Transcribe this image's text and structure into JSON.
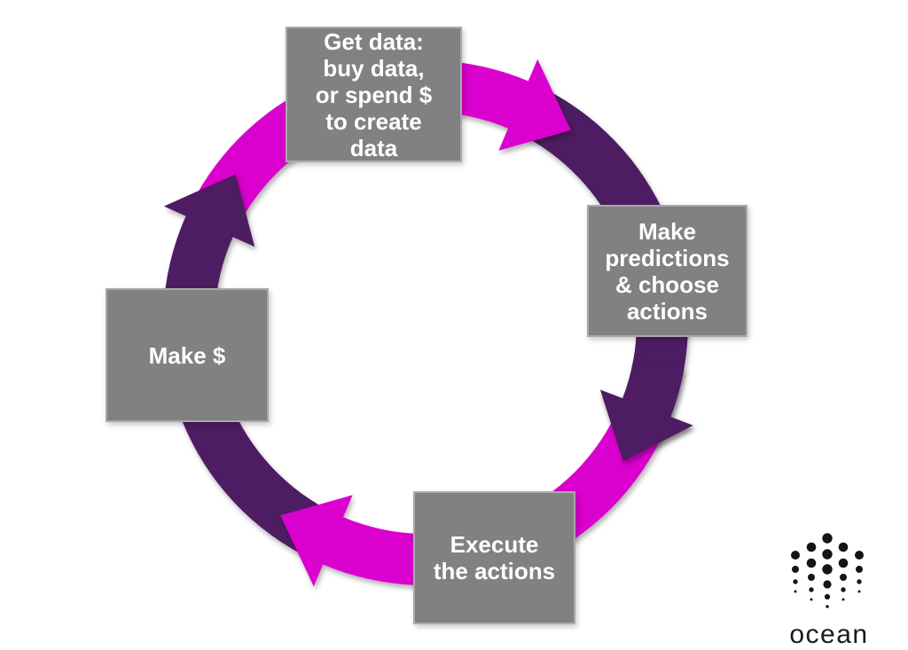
{
  "diagram": {
    "boxes": [
      {
        "id": "get-data",
        "label": "Get data:\nbuy data,\nor spend $\nto create\ndata"
      },
      {
        "id": "make-predictions",
        "label": "Make\npredictions\n& choose\nactions"
      },
      {
        "id": "execute-actions",
        "label": "Execute\nthe actions"
      },
      {
        "id": "make-money",
        "label": "Make $"
      }
    ],
    "arrows": [
      {
        "position": "top",
        "direction": "clockwise",
        "color": "#DA05CD"
      },
      {
        "position": "right",
        "direction": "clockwise",
        "color": "#4E1A62"
      },
      {
        "position": "bottom",
        "direction": "clockwise",
        "color": "#DA05CD"
      },
      {
        "position": "left",
        "direction": "clockwise",
        "color": "#4E1A62"
      }
    ],
    "colors": {
      "box_fill": "#818181",
      "box_border": "#A9A9A9",
      "box_text": "#FFFFFF",
      "background": "#FFFFFF"
    }
  },
  "logo": {
    "text": "ocean",
    "color": "#1A1A1A",
    "dot_color": "#151515"
  }
}
